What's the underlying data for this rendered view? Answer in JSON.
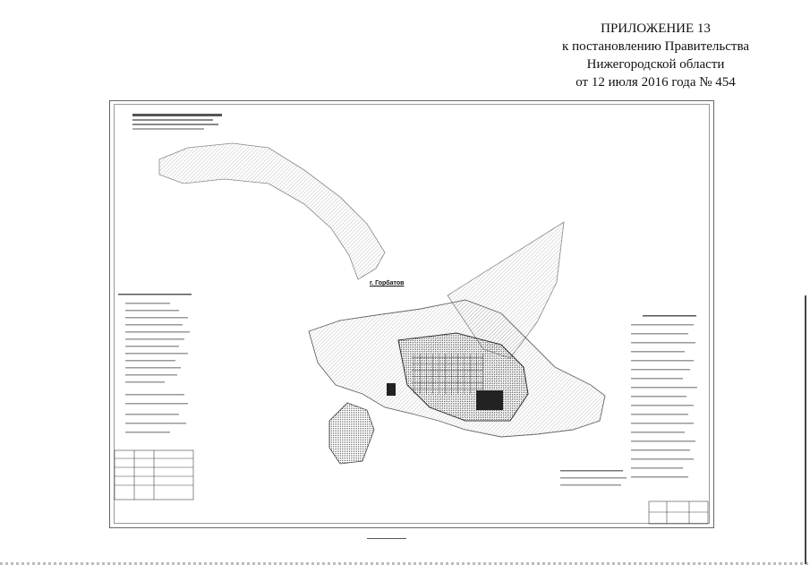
{
  "header": {
    "line1": "ПРИЛОЖЕНИЕ 13",
    "line2": "к постановлению Правительства",
    "line3": "Нижегородской области",
    "line4": "от 12 июля 2016 года № 454"
  },
  "map": {
    "town_label": "г. Горбатов"
  }
}
